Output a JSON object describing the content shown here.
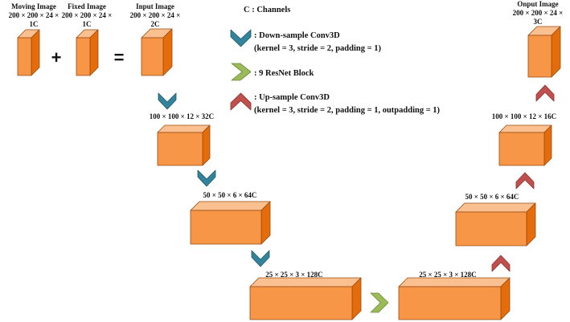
{
  "colors": {
    "box_front": "#F79646",
    "box_top": "#FAC08F",
    "box_side": "#E46C0A",
    "box_edge": "#9A4A10",
    "down_chevron": "#31849B",
    "down_chevron_dark": "#215968",
    "resnet_chevron": "#9BBB59",
    "resnet_chevron_dark": "#6E8B3D",
    "up_chevron": "#C0504D",
    "up_chevron_dark": "#8C2E2B"
  },
  "inputs": {
    "moving": {
      "line1": "Moving Image",
      "line2": "200 × 200 × 24 ×",
      "line3": "1C"
    },
    "fixed": {
      "line1": "Fixed Image",
      "line2": "200 × 200 × 24 ×",
      "line3": "1C"
    },
    "input": {
      "line1": "Input Image",
      "line2": "200 × 200 × 24 ×",
      "line3": "2C"
    },
    "plus": "+",
    "equals": "="
  },
  "encoder": [
    {
      "label": "100 × 100 × 12 × 32C"
    },
    {
      "label": "50 × 50 × 6 × 64C"
    },
    {
      "label": "25 × 25 × 3 × 128C"
    }
  ],
  "decoder": [
    {
      "label": "25 × 25 × 3 × 128C"
    },
    {
      "label": "50 × 50 × 6 × 64C"
    },
    {
      "label": "100 × 100 × 12 × 16C"
    }
  ],
  "output": {
    "line1": "Onput Image",
    "line2": "200 × 200 × 24 ×",
    "line3": "3C"
  },
  "legend": {
    "channels": "C  : Channels",
    "down_title": ": Down-sample Conv3D",
    "down_params": "(kernel = 3, stride = 2, padding = 1)",
    "resnet": ": 9 ResNet Block",
    "up_title": ": Up-sample Conv3D",
    "up_params": "(kernel = 3, stride = 2, padding = 1, outpadding = 1)"
  }
}
